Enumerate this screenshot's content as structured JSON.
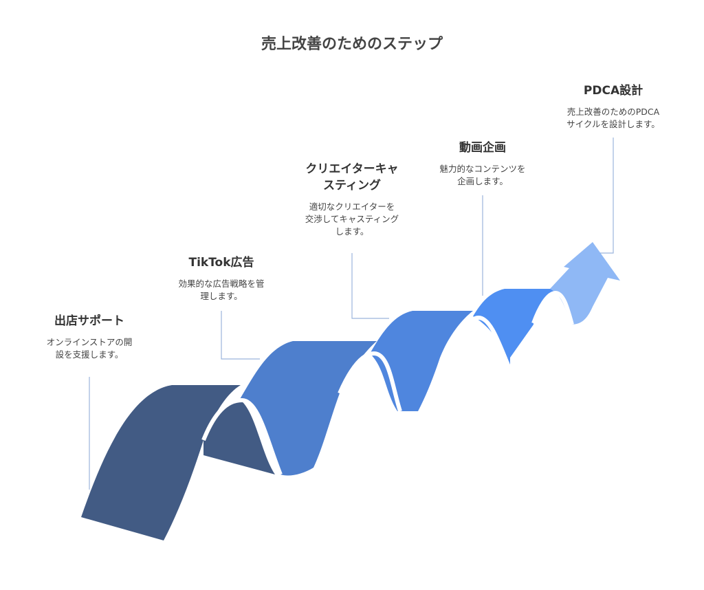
{
  "title": "売上改善のためのステップ",
  "colors": {
    "step1": "#425b84",
    "step2": "#4e7fcd",
    "step3": "#4f86de",
    "step4": "#4f8ff2",
    "step5": "#8fb8f5",
    "connector": "#9bb5dc"
  },
  "steps": [
    {
      "title": "出店サポート",
      "desc1": "オンラインストアの開",
      "desc2": "設を支援します。",
      "desc3": ""
    },
    {
      "title": "TikTok広告",
      "desc1": "効果的な広告戦略を管",
      "desc2": "理します。",
      "desc3": ""
    },
    {
      "title": "クリエイターキャスティング",
      "title1": "クリエイターキャ",
      "title2": "スティング",
      "desc1": "適切なクリエイターを",
      "desc2": "交渉してキャスティング",
      "desc3": "します。"
    },
    {
      "title": "動画企画",
      "desc1": "魅力的なコンテンツを",
      "desc2": "企画します。",
      "desc3": ""
    },
    {
      "title": "PDCA設計",
      "desc1": "売上改善のためのPDCA",
      "desc2": "サイクルを設計します。",
      "desc3": ""
    }
  ]
}
